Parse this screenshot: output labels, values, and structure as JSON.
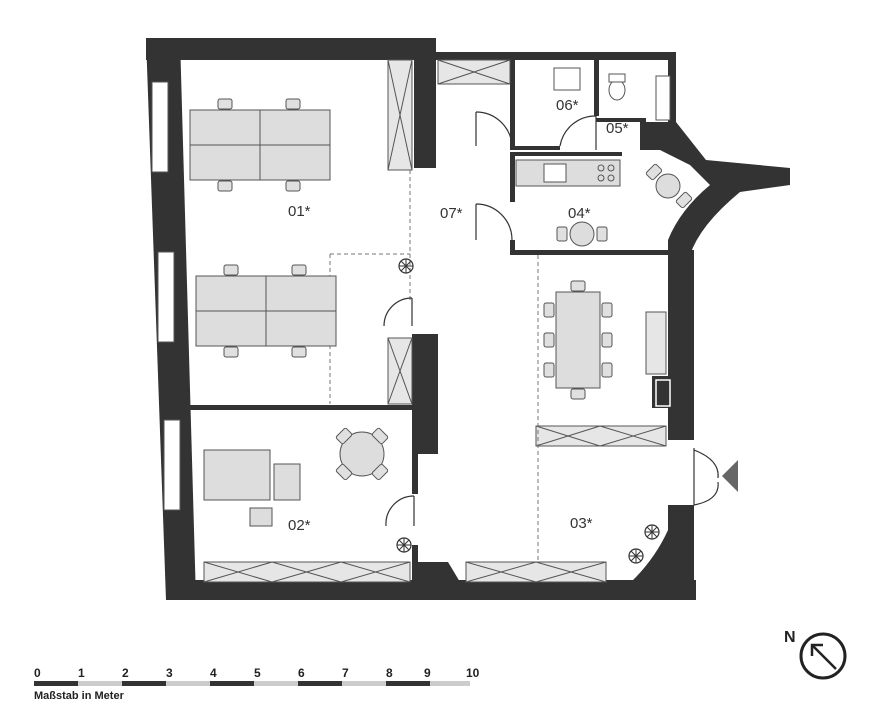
{
  "rooms": [
    {
      "id": "01",
      "label": "01*"
    },
    {
      "id": "02",
      "label": "02*"
    },
    {
      "id": "03",
      "label": "03*"
    },
    {
      "id": "04",
      "label": "04*"
    },
    {
      "id": "05",
      "label": "05*"
    },
    {
      "id": "06",
      "label": "06*"
    },
    {
      "id": "07",
      "label": "07*"
    }
  ],
  "scale": {
    "ticks": [
      "0",
      "1",
      "2",
      "3",
      "4",
      "5",
      "6",
      "7",
      "8",
      "9",
      "10"
    ],
    "caption": "Maßstab in Meter"
  },
  "north": {
    "label": "N"
  },
  "colors": {
    "wall": "#333333",
    "furniture": "#dddddd",
    "outline": "#555555",
    "scale_light": "#cccccc"
  }
}
